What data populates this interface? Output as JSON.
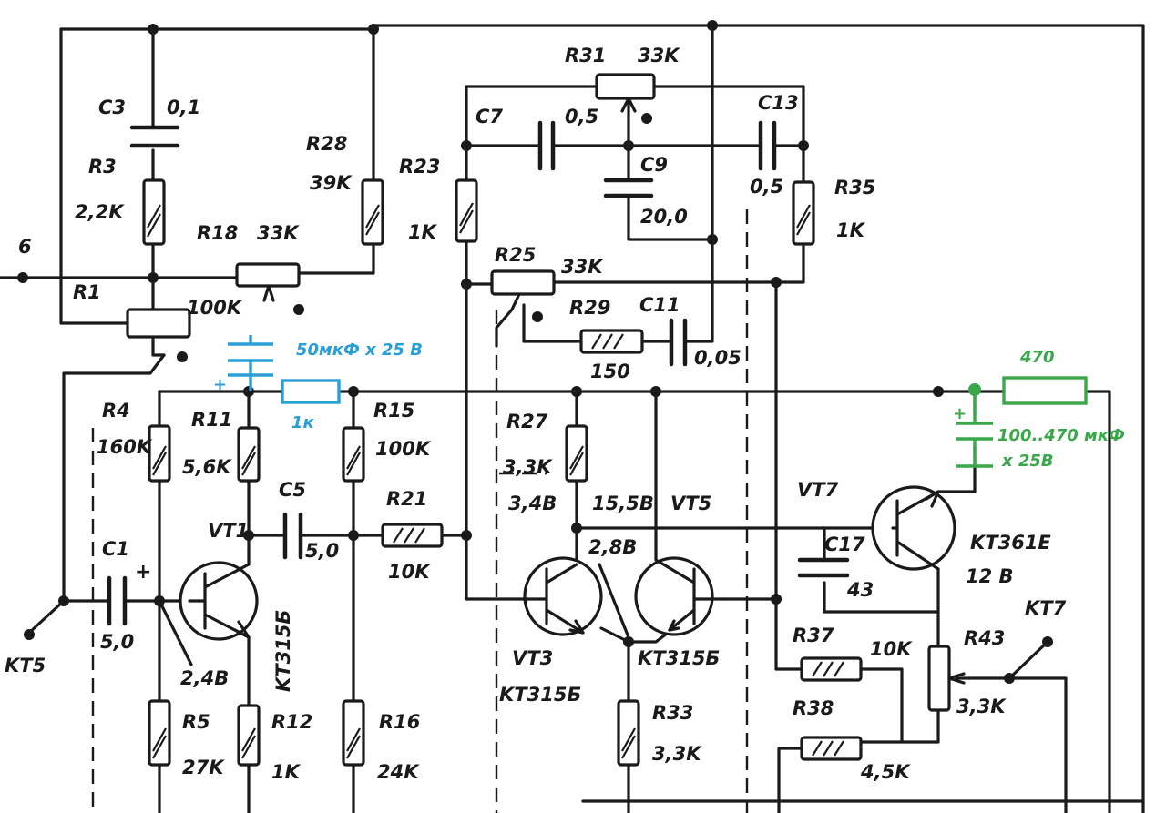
{
  "colors": {
    "ink": "#1a1a1a",
    "blue": "#2a9fd6",
    "green": "#3aa84a",
    "background": "#ffffff"
  },
  "labels": {
    "c3": "C3",
    "c3_val": "0,1",
    "r3": "R3",
    "r3_val": "2,2K",
    "r28": "R28",
    "r28_val": "39K",
    "r18": "R18",
    "r18_val": "33K",
    "r1": "R1",
    "r1_val": "100K",
    "node6": "6",
    "r31": "R31",
    "r31_val": "33K",
    "c7": "C7",
    "c7_val": "0,5",
    "c9": "C9",
    "c9_val": "20,0",
    "c13": "C13",
    "c13_val": "0,5",
    "r35": "R35",
    "r35_val": "1K",
    "r23": "R23",
    "r23_val": "1K",
    "r25": "R25",
    "r25_val": "33K",
    "r29": "R29",
    "r29_val": "150",
    "c11": "C11",
    "c11_val": "0,05",
    "r4": "R4",
    "r4_val": "160K",
    "r11": "R11",
    "r11_val": "5,6K",
    "r15": "R15",
    "r15_val": "100K",
    "r27": "R27",
    "r27_val": "3,3K",
    "c5": "C5",
    "c5_val": "5,0",
    "r21": "R21",
    "r21_val": "10K",
    "v34": "3,4B",
    "v158": "15,5B",
    "v28": "2,8B",
    "vt5": "VT5",
    "vt7": "VT7",
    "kt361": "KT361E",
    "c17": "C17",
    "c17_val": "43",
    "v12": "12 B",
    "c1": "C1",
    "c1_val": "5,0",
    "vt1": "VT1",
    "kt315_1": "KT315Б",
    "v24": "2,4B",
    "kt5": "KT5",
    "vt3": "VT3",
    "kt315_3": "KT315Б",
    "kt315_5": "KT315Б",
    "r37": "R37",
    "r37_val": "10K",
    "r43": "R43",
    "r43_val": "3,3K",
    "kt7": "KT7",
    "r38": "R38",
    "r38_val": "4,5K",
    "r33": "R33",
    "r33_val": "3,3K",
    "r5": "R5",
    "r5_val": "27K",
    "r12": "R12",
    "r12_val": "1K",
    "r16": "R16",
    "r16_val": "24K"
  },
  "annotations": {
    "blue_cap": "50мкФ х 25 В",
    "blue_plus": "+",
    "blue_res": "1к",
    "green_res": "470",
    "green_plus": "+",
    "green_cap_line1": "100..470 мкФ",
    "green_cap_line2": "х 25В"
  }
}
